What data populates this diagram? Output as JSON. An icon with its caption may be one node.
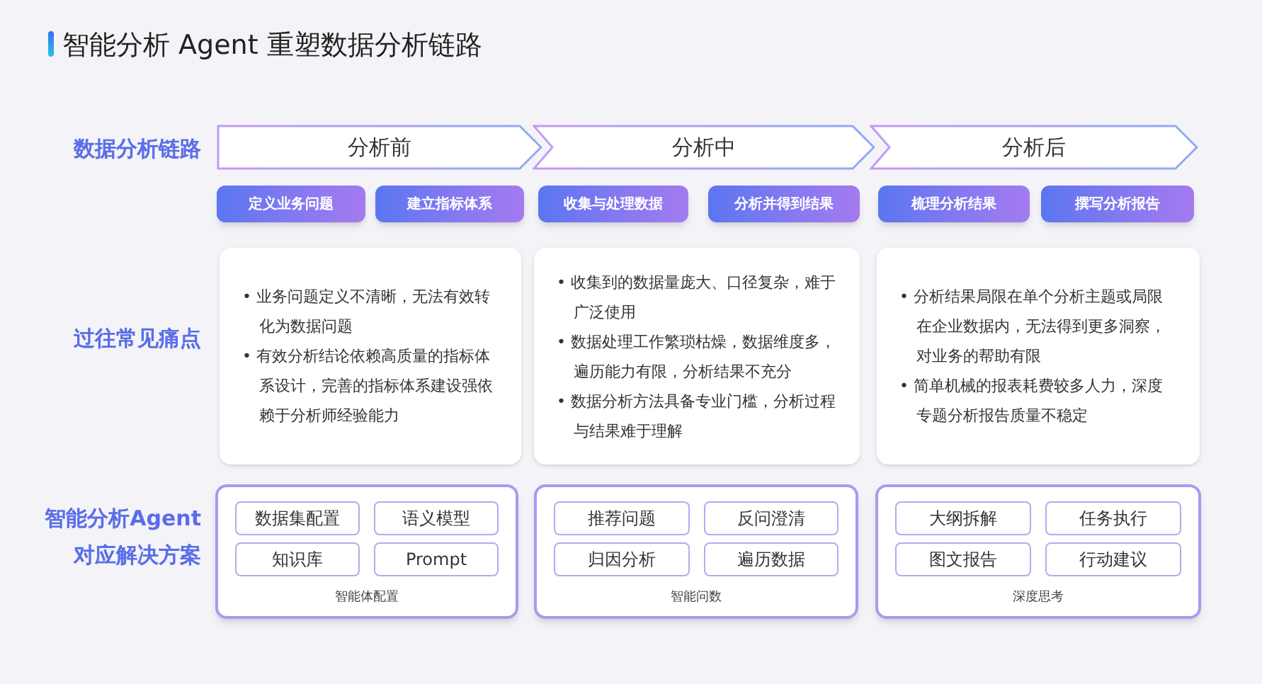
{
  "diagram": {
    "title": "智能分析 Agent 重塑数据分析链路",
    "nodes": [
      {
        "text": [
          "分析前"
        ]
      },
      {
        "text": [
          "分析中"
        ]
      },
      {
        "text": [
          "分析后"
        ]
      },
      {
        "text": [
          "定义业务问题"
        ]
      },
      {
        "text": [
          "建立指标体系"
        ]
      },
      {
        "text": [
          "收集与处理数据"
        ]
      },
      {
        "text": [
          "分析并得到结果"
        ]
      },
      {
        "text": [
          "梳理分析结果"
        ]
      },
      {
        "text": [
          "撰写分析报告"
        ]
      },
      {
        "text": [
          "• 业务问题定义不清晰，无法有效转化为数据问题",
          "• 有效分析结论依赖高质量的指标体系设计，完善的指标体系建设强依赖于分析师经验能力"
        ]
      },
      {
        "text": [
          "• 收集到的数据量庞大、口径复杂，难于广泛使用",
          "• 数据处理工作繁琐枯燥，数据维度多，遍历能力有限，分析结果不充分",
          "• 数据分析方法具备专业门槛，分析过程与结果难于理解"
        ]
      },
      {
        "text": [
          "• 分析结果局限在单个分析主题或局限在企业数据内，无法得到更多洞察，对业务的帮助有限",
          "• 简单机械的报表耗费较多人力，深度专题分析报告质量不稳定"
        ]
      },
      {
        "text": [
          "智能体配置"
        ]
      },
      {
        "text": [
          "数据集配置"
        ],
        "in": 12
      },
      {
        "text": [
          "语义模型"
        ],
        "in": 12
      },
      {
        "text": [
          "知识库"
        ],
        "in": 12
      },
      {
        "text": [
          "Prompt"
        ],
        "in": 12
      },
      {
        "text": [
          "智能问数"
        ]
      },
      {
        "text": [
          "推荐问题"
        ],
        "in": 17
      },
      {
        "text": [
          "反问澄清"
        ],
        "in": 17
      },
      {
        "text": [
          "归因分析"
        ],
        "in": 17
      },
      {
        "text": [
          "遍历数据"
        ],
        "in": 17
      },
      {
        "text": [
          "深度思考"
        ]
      },
      {
        "text": [
          "大纲拆解"
        ],
        "in": 22
      },
      {
        "text": [
          "任务执行"
        ],
        "in": 22
      },
      {
        "text": [
          "图文报告"
        ],
        "in": 22
      },
      {
        "text": [
          "行动建议"
        ],
        "in": 22
      }
    ],
    "labels": [
      "数据分析链路",
      "过往常见痛点",
      "智能分析Agent对应解决方案"
    ]
  }
}
